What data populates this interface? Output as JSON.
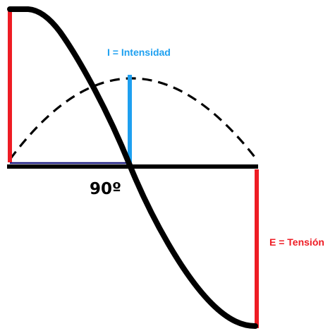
{
  "labels": {
    "current": "I = Intensidad",
    "voltage": "E = Tensión",
    "angle": "90º"
  },
  "colors": {
    "current": "#1ea0f0",
    "voltage": "#ee1c24",
    "wave": "#000000",
    "axis": "#000000",
    "axis_accent": "#1a1a80"
  }
}
